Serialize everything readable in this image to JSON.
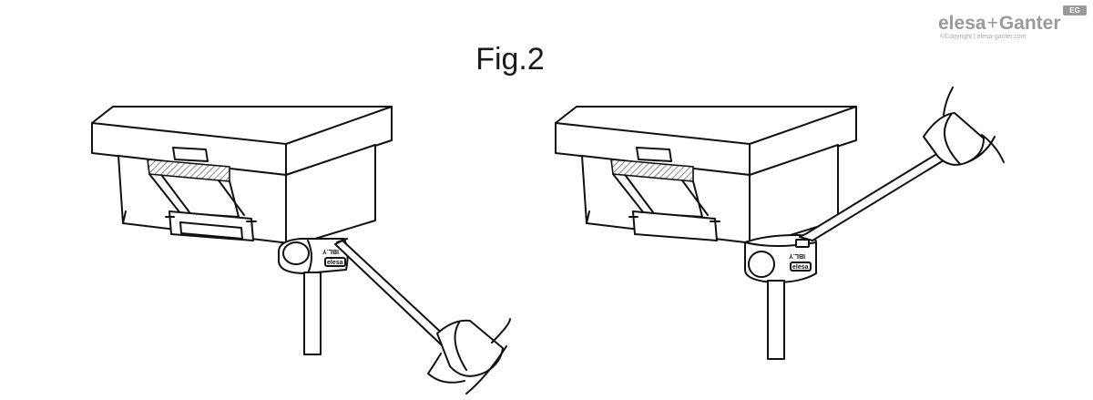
{
  "figure": {
    "title": "Fig.2"
  },
  "logo": {
    "brand_a": "elesa",
    "plus": "+",
    "brand_b": "Ganter",
    "badge": "EG",
    "copyright": "©Copyright | elesa-ganter.com"
  },
  "knob_marking": {
    "text": "IBL.Y",
    "brand_mark": "elesa"
  }
}
